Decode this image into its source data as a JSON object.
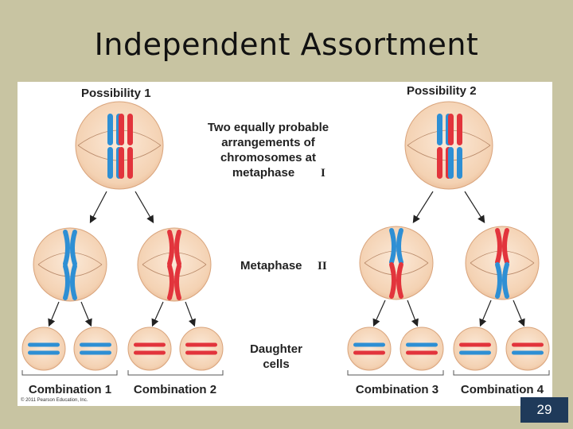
{
  "slide": {
    "title": "Independent Assortment",
    "page_number": "29"
  },
  "diagram": {
    "possibility_1": "Possibility 1",
    "possibility_2": "Possibility 2",
    "center_text": [
      "Two equally probable",
      "arrangements of",
      "chromosomes at",
      "metaphase"
    ],
    "metaphase_1_numeral": "I",
    "metaphase_2_label": "Metaphase",
    "metaphase_2_numeral": "II",
    "daughter_label": [
      "Daughter",
      "cells"
    ],
    "combinations": [
      "Combination 1",
      "Combination 2",
      "Combination 3",
      "Combination 4"
    ],
    "copyright": "© 2011 Pearson Education, Inc."
  },
  "colors": {
    "slide_background": "#c8c4a2",
    "cell_fill": "#f7dcc2",
    "chromosome_red": "#e2343c",
    "chromosome_blue": "#2e8fd4",
    "page_badge": "#1f3a5a"
  }
}
